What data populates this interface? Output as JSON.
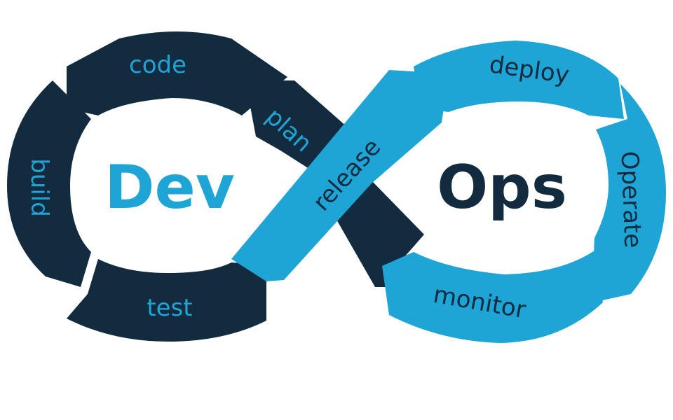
{
  "colors": {
    "dev": "#132b3f",
    "ops": "#1fa4d6",
    "background": "#ffffff"
  },
  "diagram": {
    "left_title": "Dev",
    "right_title": "Ops",
    "dev_stages": {
      "plan": "plan",
      "code": "code",
      "build": "build",
      "test": "test"
    },
    "ops_stages": {
      "release": "release",
      "deploy": "deploy",
      "operate": "Operate",
      "monitor": "monitor"
    }
  }
}
